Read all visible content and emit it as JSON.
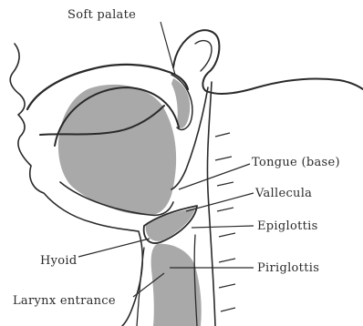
{
  "labels": {
    "soft_palate": "Soft palate",
    "tongue_base": "Tongue (base)",
    "vallecula": "Vallecula",
    "epiglottis": "Epiglottis",
    "hyoid": "Hyoid",
    "piriglottis": "Piriglottis",
    "larynx_entrance": "Larynx entrance"
  },
  "colors": {
    "ink": "#2a2a2a",
    "shading": "#a9a9a9",
    "background": "#ffffff"
  }
}
